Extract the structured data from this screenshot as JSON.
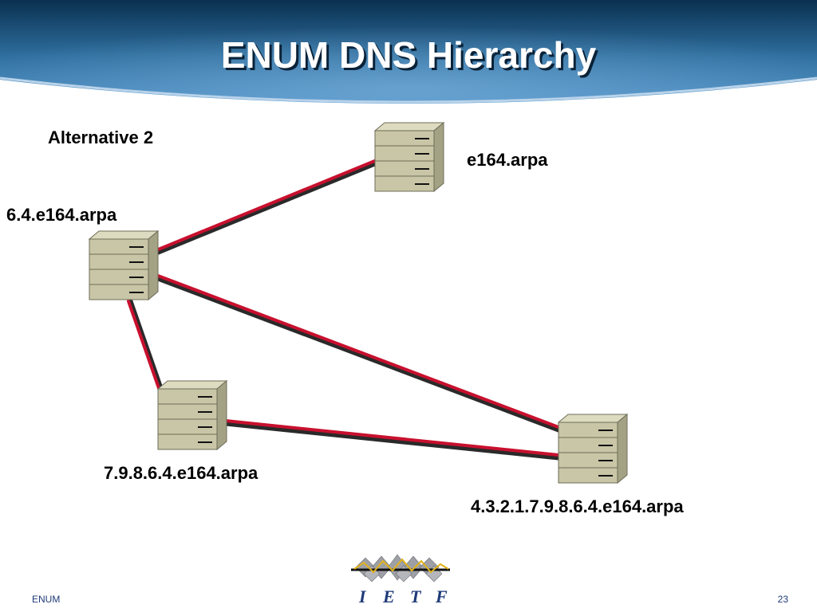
{
  "slide": {
    "title": "ENUM DNS Hierarchy",
    "subtitle": "Alternative 2",
    "footer_left": "ENUM",
    "page_number": "23"
  },
  "colors": {
    "link": "#c8102e",
    "server_face": "#c8c6a6",
    "server_side": "#a4a284",
    "banner_dark": "#0a3050",
    "banner_light": "#4d8fc4"
  },
  "nodes": [
    {
      "id": "root",
      "label": "e164.arpa"
    },
    {
      "id": "cc",
      "label": "6.4.e164.arpa"
    },
    {
      "id": "area",
      "label": "7.9.8.6.4.e164.arpa"
    },
    {
      "id": "number",
      "label": "4.3.2.1.7.9.8.6.4.e164.arpa"
    }
  ],
  "edges": [
    {
      "from": "cc",
      "to": "root"
    },
    {
      "from": "cc",
      "to": "area"
    },
    {
      "from": "cc",
      "to": "number"
    },
    {
      "from": "area",
      "to": "number"
    }
  ],
  "logo": {
    "letters": [
      "I",
      "E",
      "T",
      "F"
    ]
  }
}
